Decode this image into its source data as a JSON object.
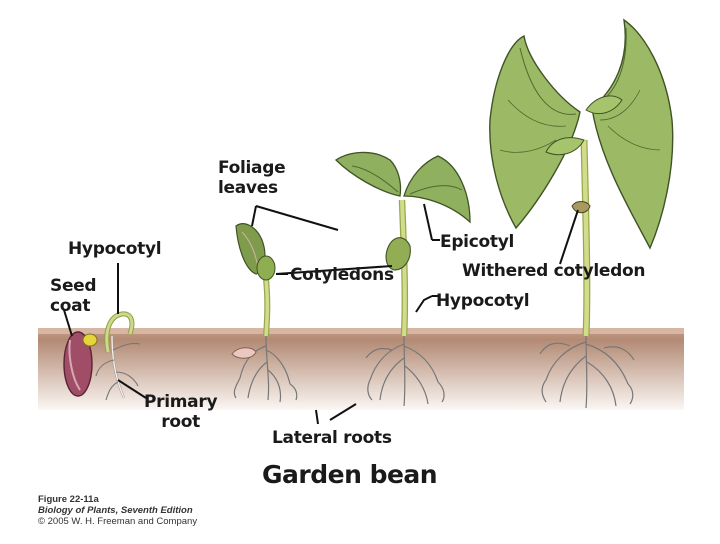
{
  "labels": {
    "foliage_leaves": [
      "Foliage",
      "leaves"
    ],
    "hypocotyl_left": "Hypocotyl",
    "seed_coat": [
      "Seed",
      "coat"
    ],
    "primary_root": [
      "Primary",
      "root"
    ],
    "cotyledons": "Cotyledons",
    "epicotyl": "Epicotyl",
    "withered_cotyledon": "Withered cotyledon",
    "hypocotyl_right": "Hypocotyl",
    "lateral_roots": "Lateral roots"
  },
  "title": "Garden bean",
  "caption": {
    "figure": "Figure 22-11a",
    "book": "Biology of Plants, Seventh Edition",
    "copyright": "© 2005 W. H. Freeman and Company"
  },
  "colors": {
    "soil": "#a8806a",
    "soil_surface": "#c9a28c",
    "stem": "#c9d27a",
    "leaf": "#8fb05e",
    "leaf_dark": "#5e7f3a",
    "root": "#f2ece4",
    "seed": "#a2506a",
    "label_line": "#111111"
  }
}
